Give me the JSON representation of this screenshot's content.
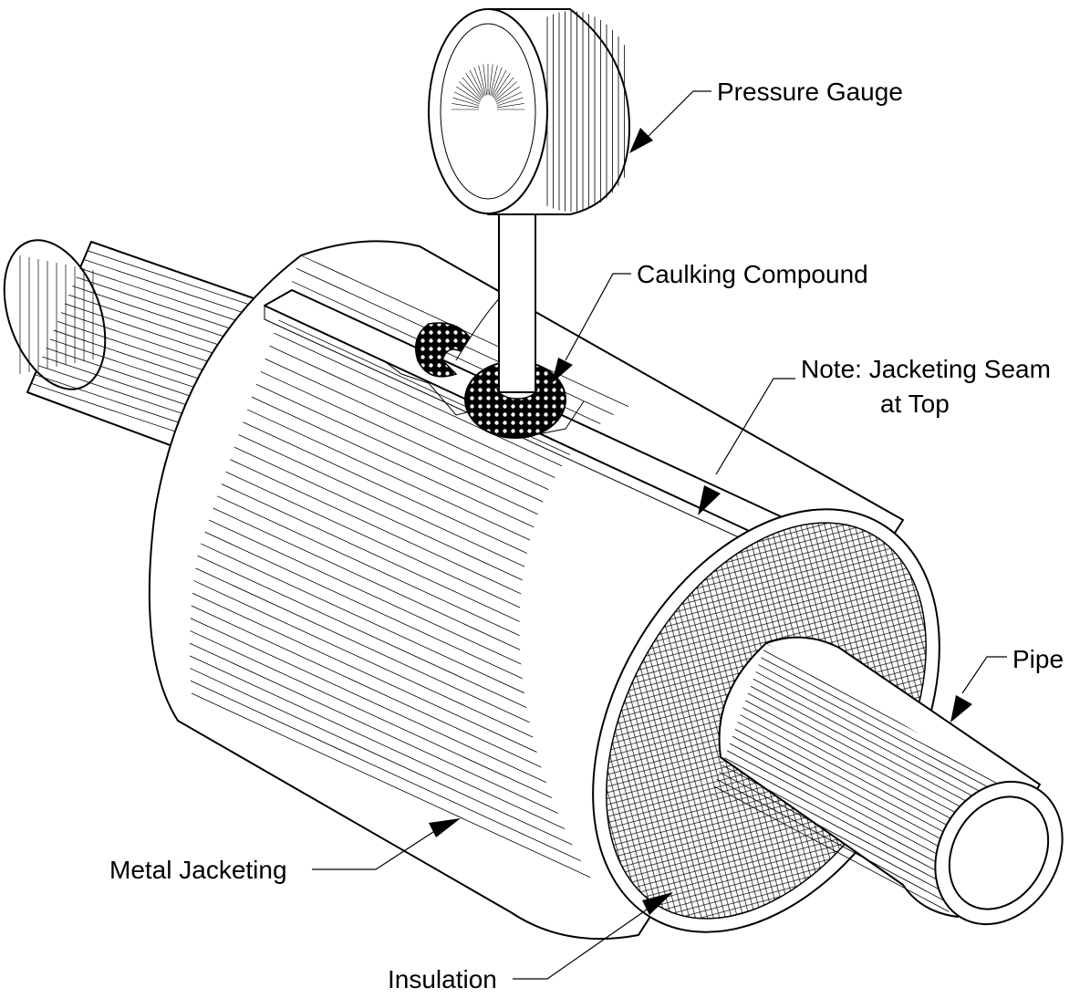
{
  "labels": {
    "pressure_gauge": "Pressure Gauge",
    "caulking_compound": "Caulking Compound",
    "seam_note_line1": "Note: Jacketing Seam",
    "seam_note_line2": "at Top",
    "pipe": "Pipe",
    "metal_jacketing": "Metal Jacketing",
    "insulation": "Insulation"
  },
  "colors": {
    "ink": "#000000",
    "paper": "#ffffff"
  }
}
